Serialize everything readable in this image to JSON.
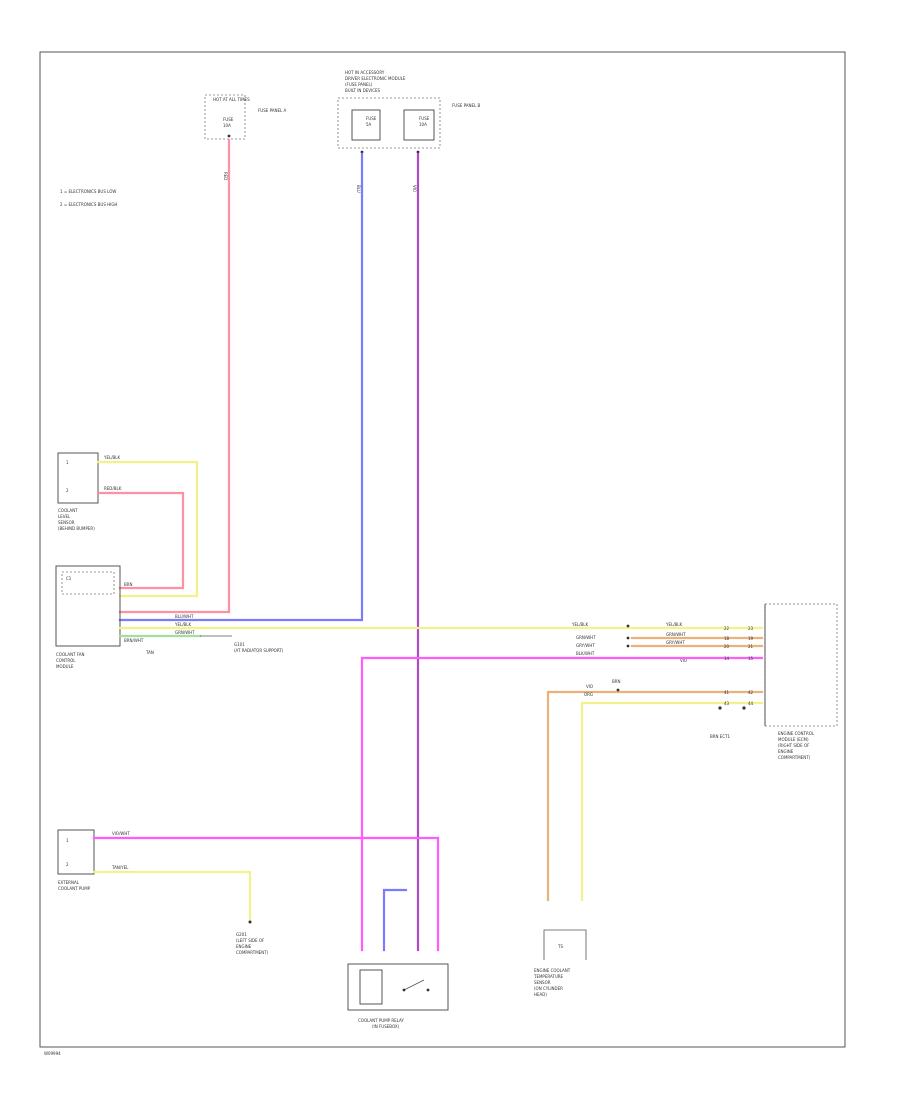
{
  "colors": {
    "red": "#ff8fa3",
    "blue": "#7b7bff",
    "violet": "#b04ac8",
    "magenta": "#ff5cff",
    "yellow": "#f2f28a",
    "green": "#9fe09f",
    "orange": "#e8b27a",
    "line": "#444444"
  },
  "diagram": {
    "top_fuse_left": {
      "title": "HOT AT ALL TIMES",
      "lines": [
        "FUSE",
        "10A"
      ],
      "side": "FUSE PANEL A"
    },
    "top_fuse_center": {
      "title_lines": [
        "HOT IN ACCESSORY",
        "DRIVER ELECTRONIC MODULE",
        "(FUSE PANEL)",
        "BUILT IN DEVICES"
      ],
      "fuse_a": [
        "FUSE",
        "5A"
      ],
      "fuse_b": [
        "FUSE",
        "10A"
      ],
      "side": "FUSE PANEL B"
    },
    "notes": [
      "1 = ELECTRONICS BUS LOW",
      "2 = ELECTRONICS BUS HIGH"
    ],
    "left_sensor": {
      "label_lines": [
        "COOLANT",
        "LEVEL",
        "SENSOR",
        "(BEHIND BUMPER)"
      ]
    },
    "main_module": {
      "label_lines": [
        "COOLANT FAN",
        "CONTROL",
        "MODULE"
      ],
      "header": "C1"
    },
    "ground_note": [
      "G101",
      "(AT RADIATOR SUPPORT)"
    ],
    "right_module": {
      "label_lines": [
        "ENGINE CONTROL",
        "MODULE (ECM)",
        "(RIGHT SIDE OF",
        "ENGINE",
        "COMPARTMENT)"
      ],
      "pins_left": [
        "YEL/BLK",
        "GRN/WHT",
        "GRY/WHT",
        "BLK/WHT",
        "VIO"
      ],
      "pins_right": [
        "YEL/BLK",
        "GRN/WHT",
        "GRY/WHT",
        "VIO"
      ],
      "footer": "BRN  ECT1"
    },
    "external_fan": {
      "label_lines": [
        "EXTERNAL",
        "COOLANT PUMP"
      ]
    },
    "ground_bottom": {
      "label_lines": [
        "G201",
        "(LEFT SIDE OF",
        "ENGINE",
        "COMPARTMENT)"
      ]
    },
    "relay": {
      "label_lines": [
        "COOLANT PUMP RELAY",
        "(IN FUSEBOX)"
      ]
    },
    "temp_sensor": {
      "label_lines": [
        "ENGINE COOLANT",
        "TEMPERATURE",
        "SENSOR",
        "(ON CYLINDER",
        "HEAD)"
      ]
    },
    "wire_labels": {
      "red_top": "RED",
      "blue_top": "BLU",
      "violet_top": "VIO",
      "yel_sensor": "YEL/BLK",
      "red_sensor": "RED/BLK",
      "mod_w1": "BRN",
      "mod_w2": "BLU/WHT",
      "mod_w3": "YEL/BLK",
      "mod_w4": "GRN/WHT",
      "mod_w5": "BRN/WHT",
      "tan": "TAN",
      "fan_pink": "VIO/WHT",
      "fan_yel": "TAN/YEL",
      "org": "ORG",
      "brn": "BRN"
    },
    "page_code": "W09994"
  }
}
